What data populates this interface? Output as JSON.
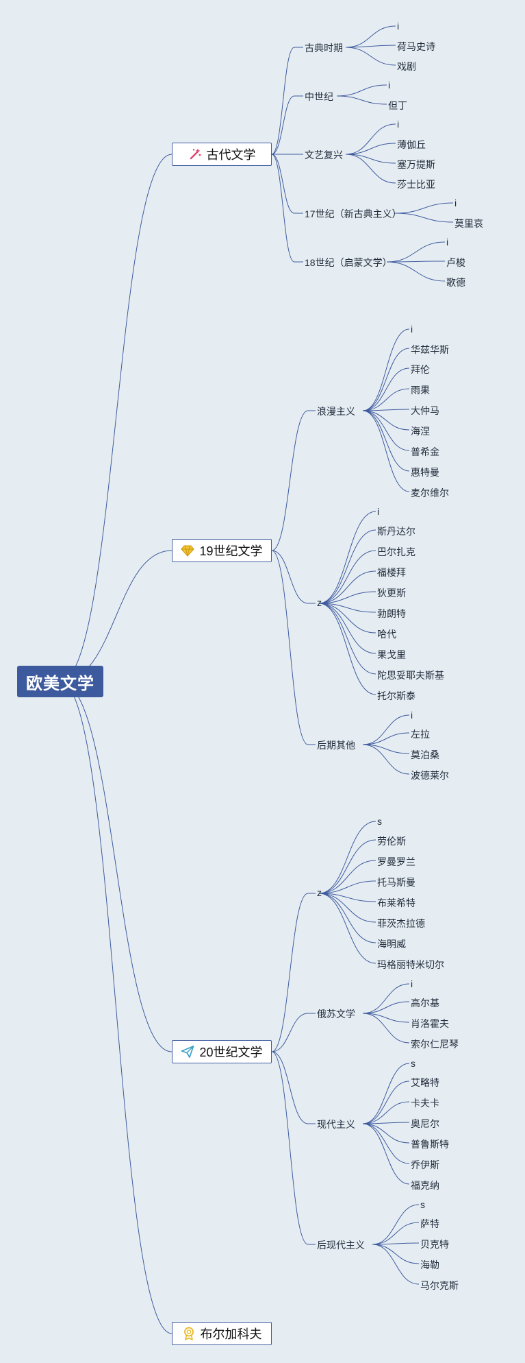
{
  "root": {
    "label": "欧美文学"
  },
  "branches": [
    {
      "label": "古代文学",
      "icon": "wand-sparkle-icon",
      "children": [
        {
          "label": "古典时期",
          "leaves": [
            "i",
            "荷马史诗",
            "戏剧"
          ]
        },
        {
          "label": "中世纪",
          "leaves": [
            "i",
            "但丁"
          ]
        },
        {
          "label": "文艺复兴",
          "leaves": [
            "i",
            "薄伽丘",
            "塞万提斯",
            "莎士比亚"
          ]
        },
        {
          "label": "17世纪（新古典主义）",
          "leaves": [
            "i",
            "莫里哀"
          ]
        },
        {
          "label": "18世纪（启蒙文学）",
          "leaves": [
            "i",
            "卢梭",
            "歌德"
          ]
        }
      ]
    },
    {
      "label": "19世纪文学",
      "icon": "diamond-icon",
      "children": [
        {
          "label": "浪漫主义",
          "leaves": [
            "i",
            "华兹华斯",
            "拜伦",
            "雨果",
            "大仲马",
            "海涅",
            "普希金",
            "惠特曼",
            "麦尔维尔"
          ]
        },
        {
          "label": "z",
          "leaves": [
            "i",
            "斯丹达尔",
            "巴尔扎克",
            "福楼拜",
            "狄更斯",
            "勃朗特",
            "哈代",
            "果戈里",
            "陀思妥耶夫斯基",
            "托尔斯泰"
          ]
        },
        {
          "label": "后期其他",
          "leaves": [
            "i",
            "左拉",
            "莫泊桑",
            "波德莱尔"
          ]
        }
      ]
    },
    {
      "label": "20世纪文学",
      "icon": "paper-plane-icon",
      "children": [
        {
          "label": "z",
          "leaves": [
            "s",
            "劳伦斯",
            "罗曼罗兰",
            "托马斯曼",
            "布莱希特",
            "菲茨杰拉德",
            "海明威",
            "玛格丽特米切尔"
          ]
        },
        {
          "label": "俄苏文学",
          "leaves": [
            "i",
            "高尔基",
            "肖洛霍夫",
            "索尔仁尼琴"
          ]
        },
        {
          "label": "现代主义",
          "leaves": [
            "s",
            "艾略特",
            "卡夫卡",
            "奥尼尔",
            "普鲁斯特",
            "乔伊斯",
            "福克纳"
          ]
        },
        {
          "label": "后现代主义",
          "leaves": [
            "s",
            "萨特",
            "贝克特",
            "海勒",
            "马尔克斯"
          ]
        }
      ]
    },
    {
      "label": "布尔加科夫",
      "icon": "award-medal-icon",
      "children": []
    }
  ],
  "colors": {
    "background": "#e6edf2",
    "root_fill": "#3d5a9e",
    "connector": "#3d5a9e",
    "wand_icon": "#e0456b",
    "diamond_icon": "#f2c230",
    "plane_icon": "#3aa0c8",
    "medal_icon": "#e8b820"
  }
}
